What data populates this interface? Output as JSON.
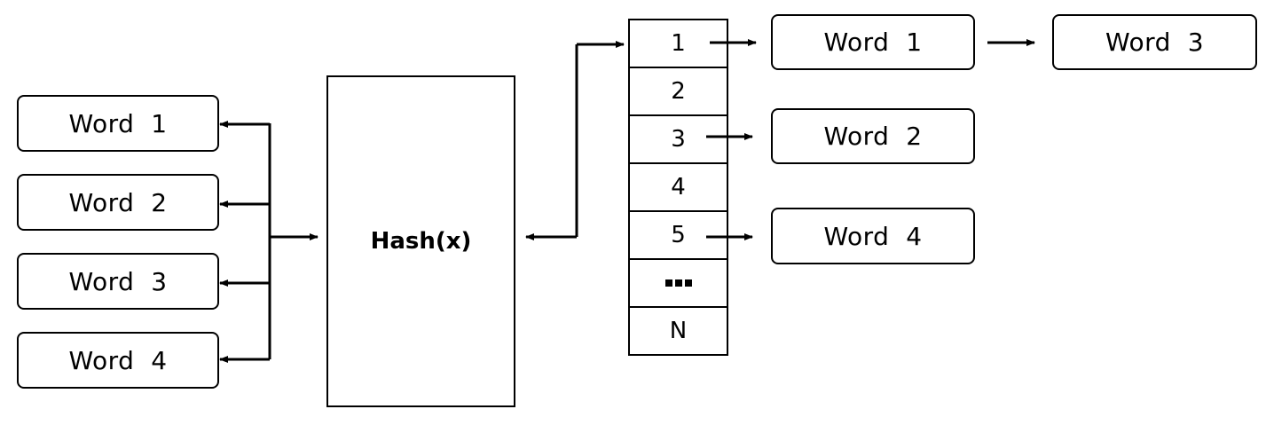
{
  "inputs": [
    {
      "label": "Word  1"
    },
    {
      "label": "Word  2"
    },
    {
      "label": "Word  3"
    },
    {
      "label": "Word  4"
    }
  ],
  "hash": {
    "label": "Hash(x)"
  },
  "table": {
    "slots": [
      {
        "label": "1"
      },
      {
        "label": "2"
      },
      {
        "label": "3"
      },
      {
        "label": "4"
      },
      {
        "label": "5"
      },
      {
        "label": "",
        "ellipsis": true
      },
      {
        "label": "N"
      }
    ]
  },
  "buckets": {
    "slot1_first": "Word  1",
    "slot1_second": "Word  3",
    "slot3": "Word  2",
    "slot5": "Word  4"
  }
}
